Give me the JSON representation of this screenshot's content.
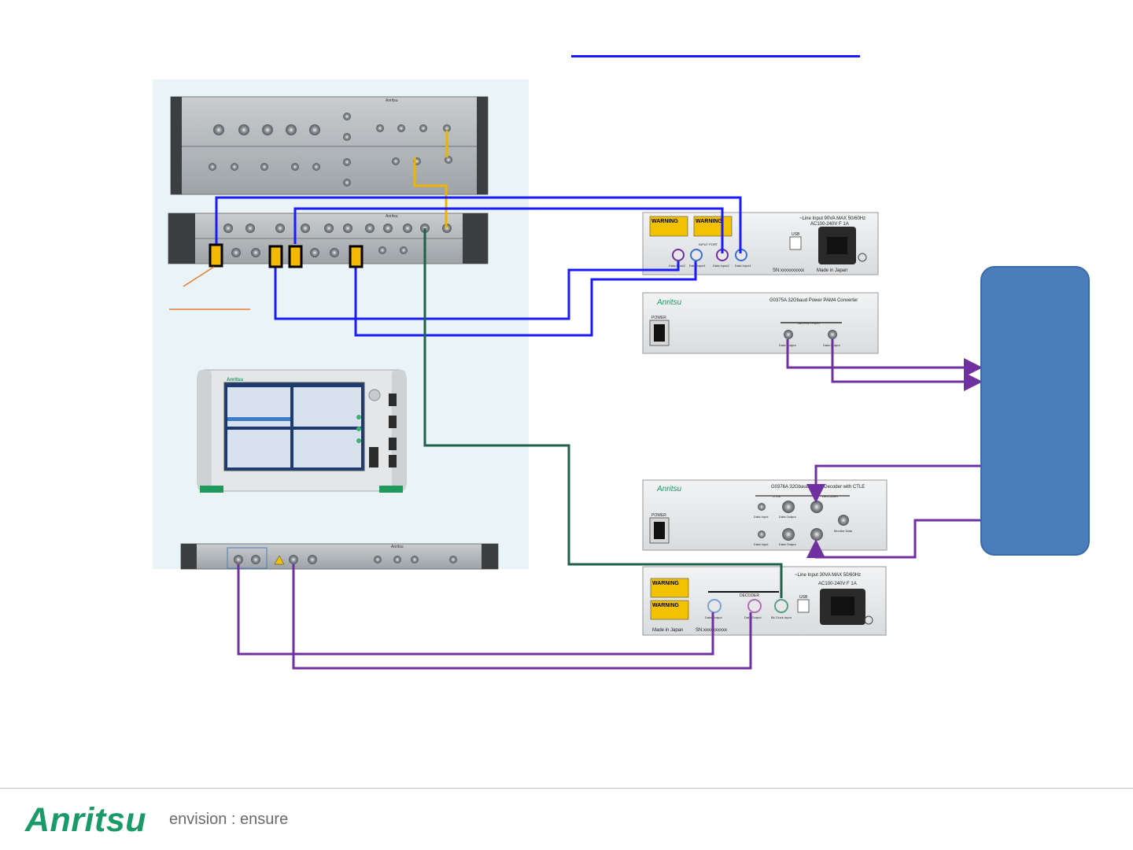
{
  "brand": {
    "logo_text": "Anritsu",
    "tagline": "envision : ensure",
    "logo_color": "#1a9a68"
  },
  "instruments": {
    "top_chassis": {
      "badge": "Anritsu"
    },
    "module_rack": {
      "badge": "Anritsu"
    },
    "mainframe": {
      "badge": "Anritsu"
    },
    "bottom_chassis": {
      "badge": "Anritsu"
    },
    "converter_rear": {
      "warning_1": "WARNING",
      "warning_2": "WARNING",
      "line_input": "~Line Input 90VA MAX 50/60Hz",
      "voltage": "AC100-240V  F 1A",
      "usb": "USB",
      "input_port": "INPUT PORT",
      "made_in": "Made in Japan",
      "serial": "SN:xxxxxxxxxx",
      "port_labels": [
        "Data Input2",
        "Data Input1",
        "Data Input2",
        "Data Input1"
      ]
    },
    "converter_front": {
      "brand": "Anritsu",
      "model": "G0375A 32Gbaud Power PAM4 Converter",
      "power": "POWER",
      "output_port": "OUTPUT PORT",
      "port_labels": [
        "Data Output",
        "Data Output"
      ]
    },
    "decoder_front": {
      "brand": "Anritsu",
      "model": "G0376A 32Gbaud PAM4 Decoder with CTLE",
      "power": "POWER",
      "ctle": "CTLE",
      "decoder": "DECODER",
      "port_labels": [
        "Data Input",
        "Data Output",
        "Data Input",
        "Data Output",
        "Monitor Data"
      ]
    },
    "decoder_rear": {
      "warning_1": "WARNING",
      "warning_2": "WARNING",
      "line_input": "~Line Input 30VA MAX 50/60Hz",
      "voltage": "AC100-240V  F 1A",
      "usb": "USB",
      "decoder": "DECODER",
      "made_in": "Made in Japan",
      "serial": "SN:xxxxxxxxxx",
      "port_labels": [
        "Data Output",
        "Data Output",
        "Bit Clock Input"
      ]
    }
  },
  "colors": {
    "blue_cable": "#1a1aff",
    "purple_cable": "#7030a0",
    "green_cable": "#1f6048",
    "yellow_cable": "#f0b400",
    "orange_marker": "#ed7d31",
    "dut": "#4a7ebb",
    "panel_bg": "#eaf4f6"
  }
}
